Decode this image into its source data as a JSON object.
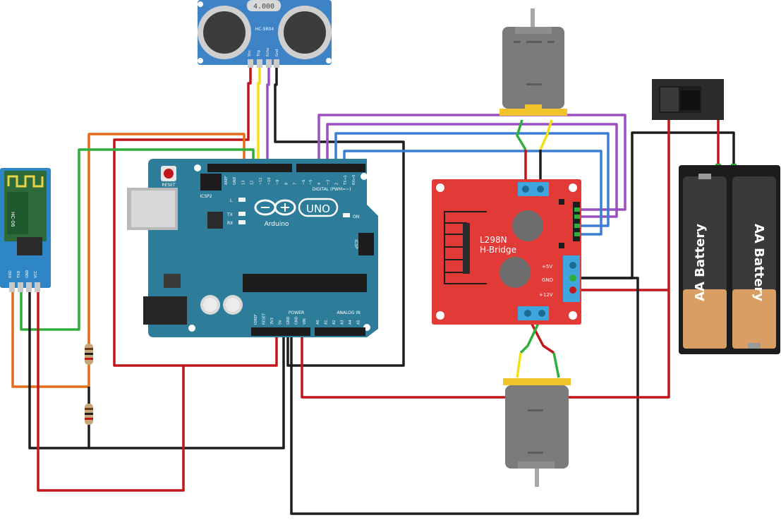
{
  "colors": {
    "wire_red": "#c0161c",
    "wire_black": "#1d1d1d",
    "wire_green": "#2eae3b",
    "wire_orange": "#e46c1a",
    "wire_yellow": "#f2e014",
    "wire_purple": "#9b4fc0",
    "wire_blue": "#3a7fd3",
    "arduino_board": "#2c7c9a",
    "hbridge_board": "#e23a37",
    "hcsr04_board": "#3d83c6",
    "hc05_board": "#2f86c6",
    "motor_body": "#7b7b7b",
    "motor_mount": "#f1c42b",
    "battery_holder": "#1c1c1c",
    "battery_cell_top": "#3a3a3a",
    "battery_cell_bottom": "#d89e63"
  },
  "ultrasonic": {
    "crystal_label": "4.000",
    "model_label": "HC-SR04",
    "pins": [
      "Vcc",
      "Trig",
      "Echo",
      "Gnd"
    ]
  },
  "bluetooth": {
    "model_label": "HC-06",
    "pins": [
      "RXD",
      "TXD",
      "GND",
      "VCC"
    ]
  },
  "arduino": {
    "reset_label": "RESET",
    "icsp2_label": "ICSP2",
    "l_label": "L",
    "tx_label": "TX",
    "rx_label": "RX",
    "uno_label": "UNO",
    "brand_label": "Arduino",
    "on_label": "ON",
    "icsp_label": "ICSP",
    "digital_label": "DIGITAL (PWM=~)",
    "power_label": "POWER",
    "analog_label": "ANALOG IN",
    "top_pin_labels": [
      "AREF",
      "GND",
      "13",
      "12",
      "~11",
      "~10",
      "~9",
      "8",
      "7",
      "~6",
      "~5",
      "4",
      "~3",
      "2",
      "TX→1",
      "RX←0"
    ],
    "power_pin_labels": [
      "IOREF",
      "RESET",
      "3V3",
      "5V",
      "GND",
      "GND",
      "VIN"
    ],
    "analog_pin_labels": [
      "A0",
      "A1",
      "A2",
      "A3",
      "A4",
      "A5"
    ]
  },
  "hbridge": {
    "title_line1": "L298N",
    "title_line2": "H-Bridge",
    "label_5v": "+5V",
    "label_gnd": "GND",
    "label_12v": "+12V"
  },
  "battery": {
    "cell_label_1": "AA Battery",
    "cell_label_2": "AA Battery"
  }
}
